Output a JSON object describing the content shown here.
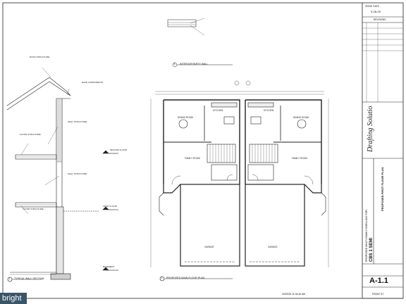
{
  "title_block": {
    "issue_date_label": "ISSUE DATE",
    "issue_date": "3-28-25",
    "revisions_label": "REVISIONS",
    "logo_text": "Drafting Solutions",
    "sheet_title": "PROPOSED FIRST FLOOR PLAN",
    "project_title": "PROPOSED MULTI-FAMILY DWELLING FOR:",
    "project_name": "CBS 1 SEMI",
    "sheet_number": "A-1.1",
    "print_date": "3/3/2025 11:04:40 AM",
    "paper_size": "PSHAT ST"
  },
  "detail_8": {
    "title": "INTERIOR PARTY WALL",
    "number": "8"
  },
  "detail_1": {
    "title": "TYPICAL WALL SECTION",
    "number": "1"
  },
  "detail_2": {
    "title": "PROPOSED MAIN FLOOR PLAN",
    "number": "2"
  },
  "wall_section_notes": {
    "roof_structure": "ROOF STRUCTURE:",
    "eave_components": "EAVE COMPONENTS:",
    "wall_structure": "WALL STRUCTURE:",
    "floor_structure": "FLOOR STRUCTURE:",
    "second_floor": "SECOND FLOOR",
    "first_floor": "FIRST FLOOR",
    "basement": "BASEMENT"
  },
  "rooms": {
    "kitchen_left": "KITCHEN",
    "kitchen_right": "KITCHEN",
    "dining_left": "DINING ROOM",
    "dining_right": "DINING ROOM",
    "family_left": "FAMILY ROOM",
    "family_right": "FAMILY ROOM",
    "garage_left": "GARAGE",
    "garage_right": "GARAGE"
  },
  "watermark": "bright"
}
